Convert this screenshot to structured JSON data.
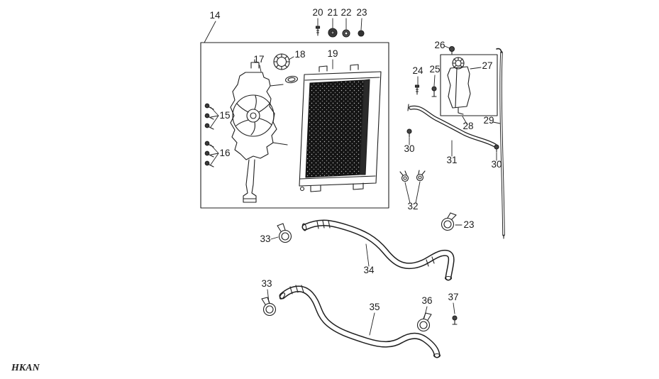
{
  "watermark": "HKAN",
  "colors": {
    "line": "#1f1f1f",
    "label": "#1c1c1c",
    "core_dark": "#141414",
    "background": "#ffffff"
  },
  "callouts": {
    "main_box": "14",
    "fan": "17",
    "cap": "18",
    "radiator": "19",
    "bolt_20": "20",
    "nut_21": "21",
    "washer_22": "22",
    "nut_23_top": "23",
    "screws_15": "15",
    "screws_16": "16",
    "bolt_24": "24",
    "clip_25": "25",
    "cap_26": "26",
    "reservoir_27": "27",
    "box_28": "28",
    "rod_29": "29",
    "clip_30_left": "30",
    "hose_31": "31",
    "clip_30_right": "30",
    "clamps_32": "32",
    "clamp_23_mid": "23",
    "clamp_33_upper": "33",
    "hose_34": "34",
    "clamp_33_lower": "33",
    "hose_35": "35",
    "clamp_36": "36",
    "plug_37": "37"
  }
}
